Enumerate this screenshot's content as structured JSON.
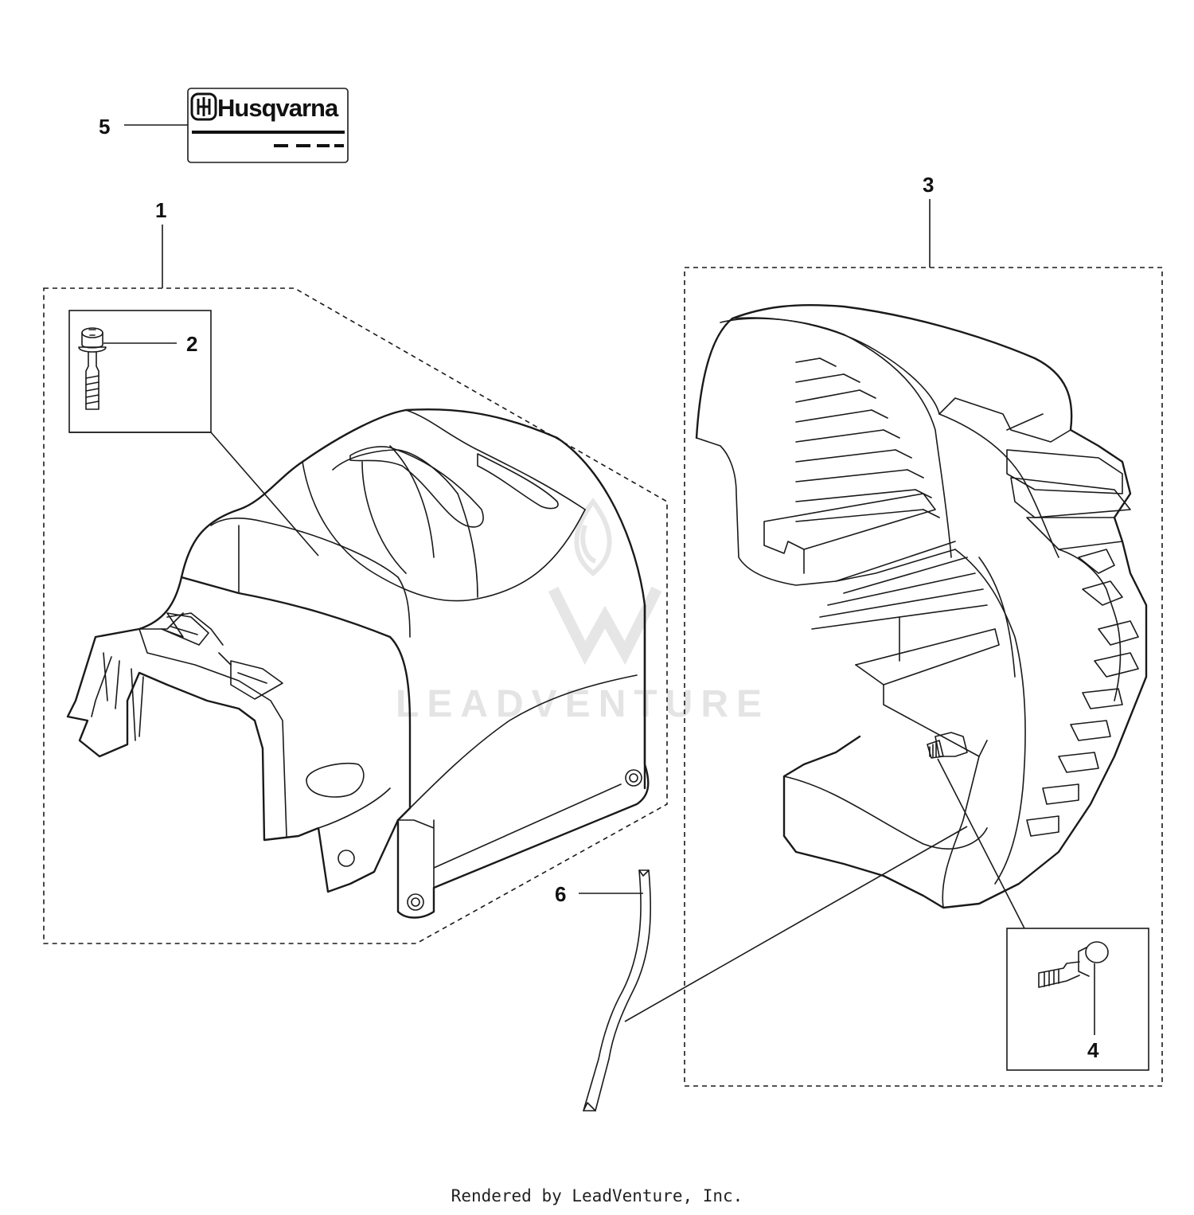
{
  "callouts": {
    "c1": "1",
    "c2": "2",
    "c3": "3",
    "c4": "4",
    "c5": "5",
    "c6": "6"
  },
  "label": {
    "brand": "Husqvarna"
  },
  "watermark": {
    "text": "LEADVENTURE"
  },
  "footer": {
    "text": "Rendered by LeadVenture, Inc."
  },
  "colors": {
    "line": "#1a1a1a",
    "watermark": "#e4e4e4",
    "background": "#ffffff"
  }
}
